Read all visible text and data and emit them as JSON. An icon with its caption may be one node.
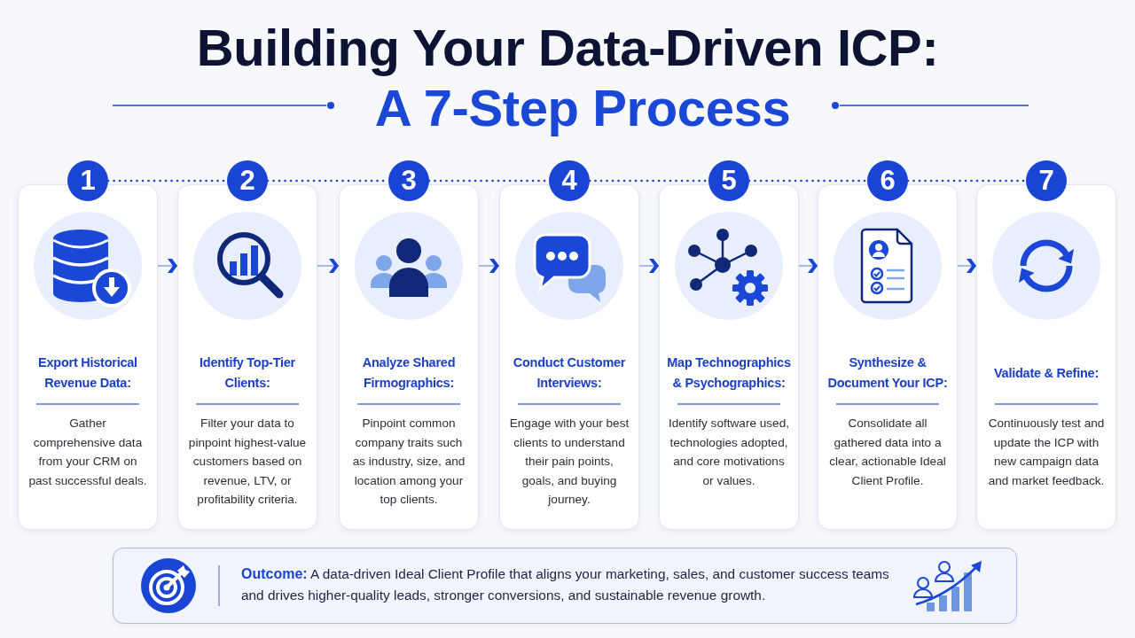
{
  "diagram": {
    "title": "Building Your Data-Driven ICP:",
    "nodes": [
      {
        "text": [
          "1"
        ]
      },
      {
        "text": [
          "Export Historical Revenue Data:",
          "Gather comprehensive data from your CRM on past successful deals."
        ]
      },
      {
        "text": [
          "2"
        ]
      },
      {
        "text": [
          "Identify Top-Tier Clients:",
          "Filter your data to pinpoint highest-value customers based on revenue, LTV, or profitability criteria."
        ]
      },
      {
        "text": [
          "3"
        ]
      },
      {
        "text": [
          "Analyze Shared Firmographics:",
          "Pinpoint common company traits such as industry, size, and location among your top clients."
        ]
      },
      {
        "text": [
          "4"
        ]
      },
      {
        "text": [
          "Conduct Customer Interviews:",
          "Engage with your best clients to understand their pain points, goals, and buying journey."
        ]
      },
      {
        "text": [
          "5"
        ]
      },
      {
        "text": [
          "Map Technographics & Psychographics:",
          "Identify software used, technologies adopted, and core motivations or values."
        ]
      },
      {
        "text": [
          "6"
        ]
      },
      {
        "text": [
          "Synthesize & Document Your ICP:",
          "Consolidate all gathered data into a clear, actionable Ideal Client Profile."
        ]
      },
      {
        "text": [
          "7"
        ]
      },
      {
        "text": [
          "Validate & Refine:",
          "Continuously test and update the ICP with new campaign data and market feedback."
        ]
      },
      {
        "text": [
          "**Outcome:** A data-driven Ideal Client Profile that aligns your marketing, sales, and customer success teams and drives higher-quality leads, stronger conversions, and sustainable revenue growth."
        ]
      }
    ],
    "edges": [
      {
        "from": 0,
        "to": 2,
        "arrow": "none",
        "style": "dashed"
      },
      {
        "from": 2,
        "to": 4,
        "arrow": "none",
        "style": "dashed"
      },
      {
        "from": 4,
        "to": 6,
        "arrow": "none",
        "style": "dashed"
      },
      {
        "from": 6,
        "to": 8,
        "arrow": "none",
        "style": "dashed"
      },
      {
        "from": 8,
        "to": 10,
        "arrow": "none",
        "style": "dashed"
      },
      {
        "from": 10,
        "to": 12,
        "arrow": "none",
        "style": "dashed"
      },
      {
        "from": 1,
        "to": 3,
        "arrow": "to"
      },
      {
        "from": 3,
        "to": 5,
        "arrow": "to"
      },
      {
        "from": 5,
        "to": 7,
        "arrow": "to"
      },
      {
        "from": 7,
        "to": 9,
        "arrow": "to"
      },
      {
        "from": 9,
        "to": 11,
        "arrow": "to"
      },
      {
        "from": 11,
        "to": 13,
        "arrow": "to"
      }
    ],
    "labels": [
      "A 7-Step Process"
    ]
  }
}
